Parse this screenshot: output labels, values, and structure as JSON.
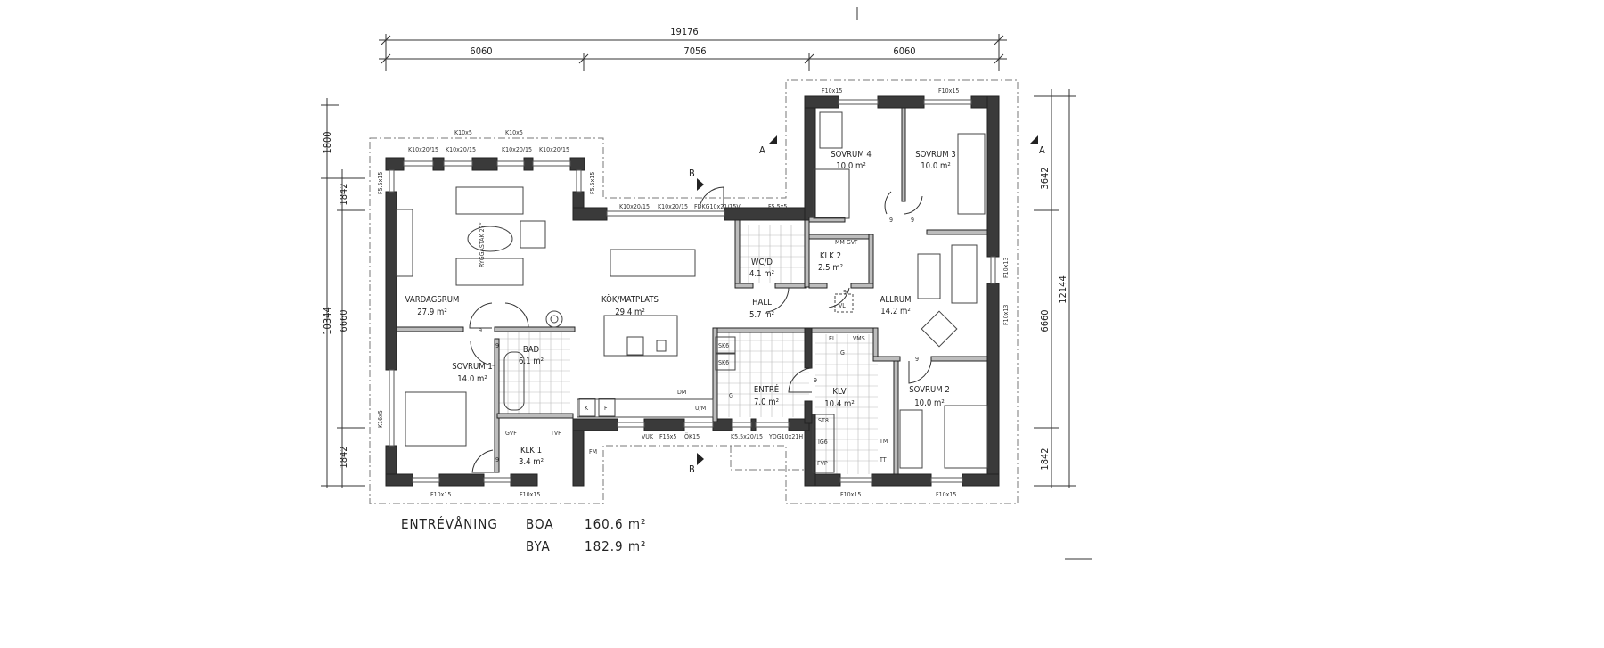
{
  "dimensions": {
    "overall_width": "19176",
    "widths": [
      "6060",
      "7056",
      "6060"
    ],
    "left_total": "10344",
    "left_segments": [
      "1800",
      "1842",
      "6660",
      "1842"
    ],
    "right_total": "12144",
    "right_segments": [
      "3642",
      "6660",
      "1842"
    ]
  },
  "rooms": {
    "vardagsrum": {
      "name": "VARDAGSRUM",
      "area": "27.9 m²"
    },
    "sovrum1": {
      "name": "SOVRUM 1",
      "area": "14.0 m²"
    },
    "bad": {
      "name": "BAD",
      "area": "6.1 m²"
    },
    "klk1": {
      "name": "KLK 1",
      "area": "3.4 m²"
    },
    "kok": {
      "name": "KÖK/MATPLATS",
      "area": "29.4 m²"
    },
    "hall": {
      "name": "HALL",
      "area": "5.7 m²"
    },
    "wcd": {
      "name": "WC/D",
      "area": "4.1 m²"
    },
    "klk2": {
      "name": "KLK 2",
      "area": "2.5 m²"
    },
    "sovrum4": {
      "name": "SOVRUM 4",
      "area": "10.0 m²"
    },
    "sovrum3": {
      "name": "SOVRUM 3",
      "area": "10.0 m²"
    },
    "allrum": {
      "name": "ALLRUM",
      "area": "14.2 m²"
    },
    "entre": {
      "name": "ENTRÉ",
      "area": "7.0 m²"
    },
    "klv": {
      "name": "KLV",
      "area": "10.4 m²"
    },
    "sovrum2": {
      "name": "SOVRUM 2",
      "area": "10.0 m²"
    }
  },
  "windows": {
    "k10x5": "K10x5",
    "k10x20_15": "K10x20/15",
    "f5_5x15": "F5.5x15",
    "fdkg": "FDKG10x21/15V",
    "f5_5x5": "F5.5x5",
    "f10x15": "F10x15",
    "f10x13": "F10x13",
    "k16x5": "K16x5",
    "f16x5": "F16x5",
    "ok15": "ÖK15",
    "vuk": "VUK",
    "k5_5": "K5.5x20/15",
    "ydg": "YDG10x21H",
    "fm": "FM"
  },
  "fixtures": {
    "ryggastak": "RYGGÅSTAK 27°",
    "k": "K",
    "f": "F",
    "dm": "DM",
    "um": "U/M",
    "sk6": "SK6",
    "g": "G",
    "st8": "ST8",
    "ig6": "IG6",
    "fvp": "FVP",
    "tm": "TM",
    "tt": "TT",
    "vl": "VL",
    "el": "EL",
    "vms": "VMS",
    "mm_gvf": "MM GVF",
    "gvf": "GVF",
    "tvf": "TVF",
    "door9": "9"
  },
  "sections": {
    "a": "A",
    "b": "B"
  },
  "summary": {
    "floor": "ENTRÉVÅNING",
    "boa_label": "BOA",
    "boa_value": "160.6 m²",
    "bya_label": "BYA",
    "bya_value": "182.9 m²"
  }
}
